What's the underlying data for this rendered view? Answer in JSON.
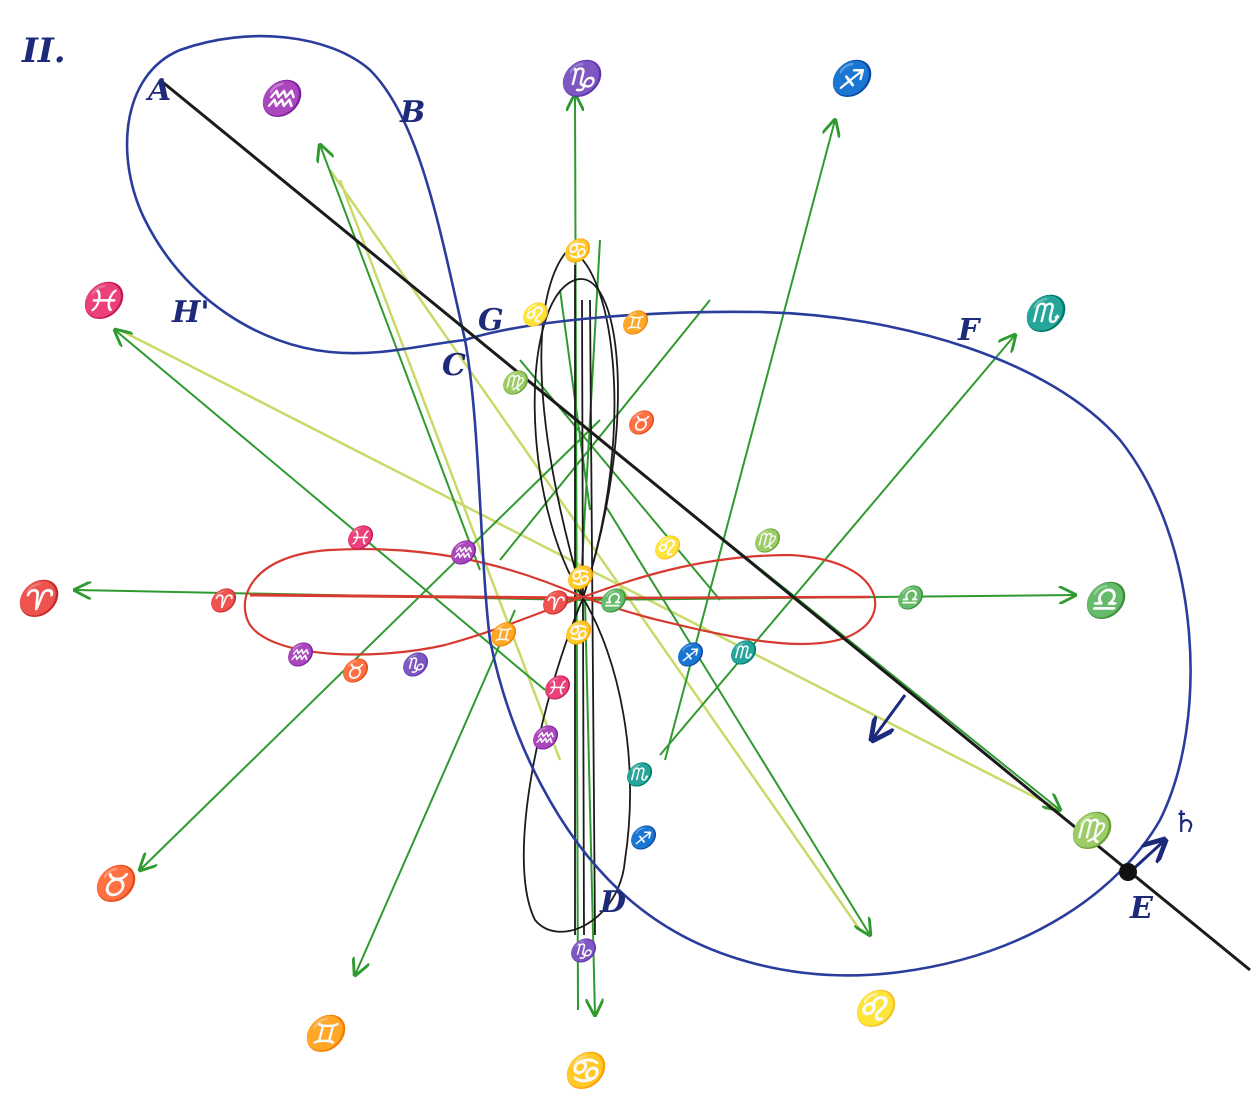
{
  "figure_label": "II.",
  "colors": {
    "blue_curve": "#2a3d9c",
    "green_axes": "#2f9a2f",
    "red_curve": "#d63a30",
    "black_line": "#1b1b1b",
    "yellow_lines": "#c9d96a"
  },
  "point_labels": {
    "A": "A",
    "B": "B",
    "C": "C",
    "D": "D",
    "E": "E",
    "F": "F",
    "G": "G",
    "H": "H'"
  },
  "zodiac_outer": {
    "aries_left": "♈",
    "libra_right": "♎",
    "capricorn_top": "♑",
    "cancer_bottom": "♋",
    "sagittarius": "♐",
    "scorpio": "♏",
    "pisces": "♓",
    "aquarius": "♒",
    "taurus": "♉",
    "gemini": "♊",
    "leo": "♌",
    "virgo": "♍"
  },
  "zodiac_inner": {
    "cancer_top": "♋",
    "gemini_top": "♊",
    "taurus_inner": "♉",
    "leo_inner": "♌",
    "virgo_inner": "♍",
    "capricorn_bottom": "♑",
    "sagittarius_inner": "♐",
    "scorpio_inner": "♏",
    "aquarius_inner": "♒",
    "pisces_inner": "♓"
  },
  "zodiac_red": {
    "aries": "♈",
    "libra": "♎",
    "pisces": "♓",
    "aquarius": "♒",
    "leo": "♌",
    "virgo": "♍",
    "aquarius_low": "♒",
    "taurus": "♉",
    "capricorn": "♑",
    "sagittarius": "♐",
    "scorpio": "♏",
    "center_aries": "♈",
    "center_libra": "♎",
    "center_cancer": "♋"
  },
  "planet_symbols": {
    "saturn": "♄",
    "cancer_center": "♋",
    "gemini_center": "♊"
  }
}
